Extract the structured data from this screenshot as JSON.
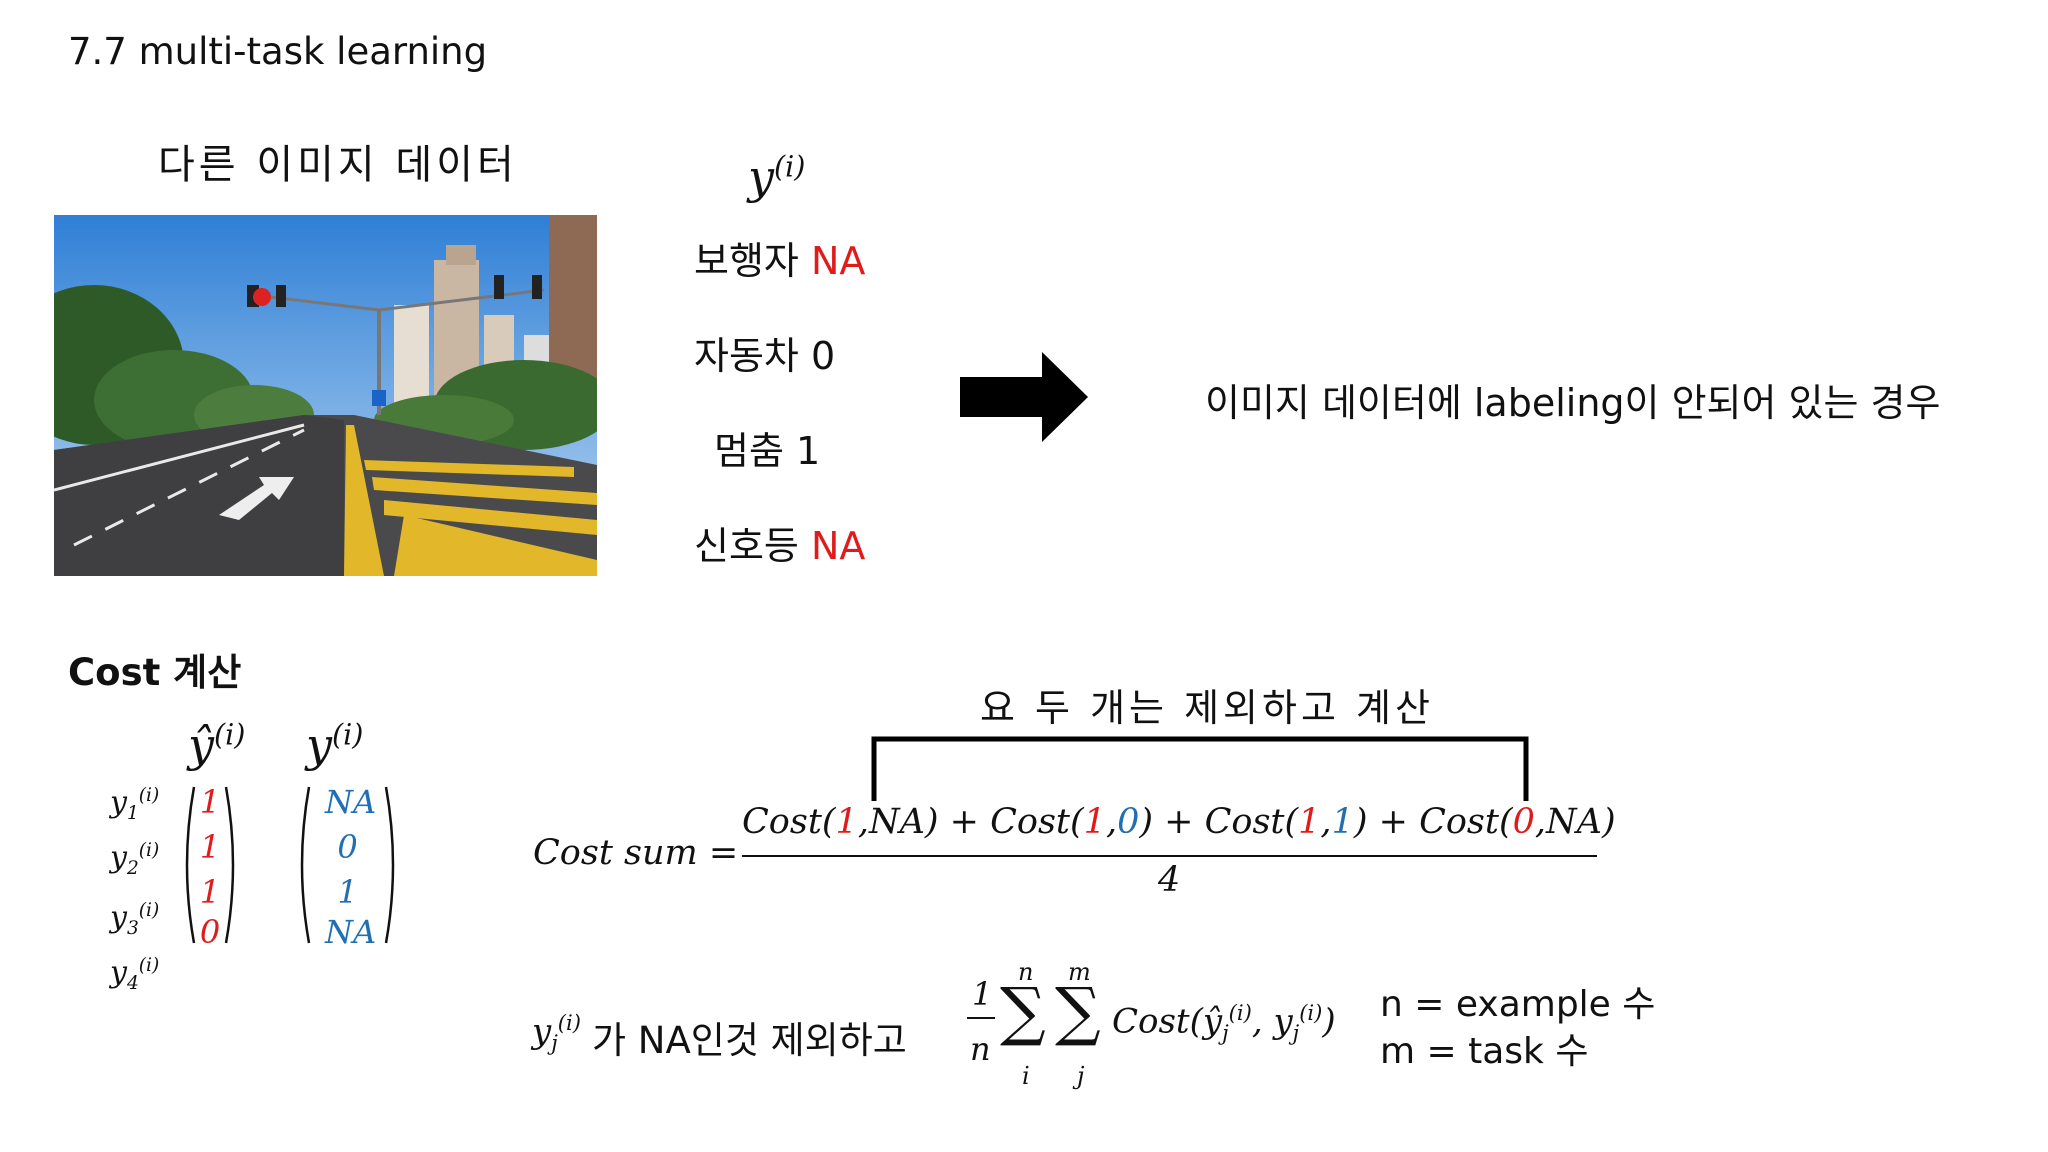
{
  "slide": {
    "title": "7.7 multi-task learning",
    "image_caption": "다른 이미지 데이터",
    "label_header": "y(i)",
    "labels": [
      {
        "name": "보행자",
        "value": "NA",
        "color": "#e01b1b"
      },
      {
        "name": "자동차",
        "value": "0",
        "color": "#111111"
      },
      {
        "name": "멈춤",
        "value": "1",
        "color": "#111111"
      },
      {
        "name": "신호등",
        "value": "NA",
        "color": "#e01b1b"
      }
    ],
    "arrow_note": "이미지 데이터에 labeling이 안되어 있는 경우",
    "cost_heading": "Cost 계산",
    "yhat_header": "ŷ(i)",
    "y_header": "y(i)",
    "row_labels": [
      "y1(i)",
      "y2(i)",
      "y3(i)",
      "y4(i)"
    ],
    "yhat_values": [
      "1",
      "1",
      "1",
      "0"
    ],
    "y_values": [
      "NA",
      "0",
      "1",
      "NA"
    ],
    "bracket_note": "요 두 개는 제외하고 계산",
    "cost_sum_label": "Cost sum =",
    "numerator_terms": [
      {
        "a": "1",
        "b": "NA"
      },
      {
        "a": "1",
        "b": "0"
      },
      {
        "a": "1",
        "b": "1"
      },
      {
        "a": "0",
        "b": "NA"
      }
    ],
    "denominator": "4",
    "exclusion_text": "가 NA인것 제외하고",
    "sum_formula": "Cost(ŷj(i), yj(i))",
    "n_def": "n = example 수",
    "m_def": "m = task 수"
  },
  "colors": {
    "accent_red": "#e01b1b",
    "accent_blue": "#1f6fb2"
  }
}
